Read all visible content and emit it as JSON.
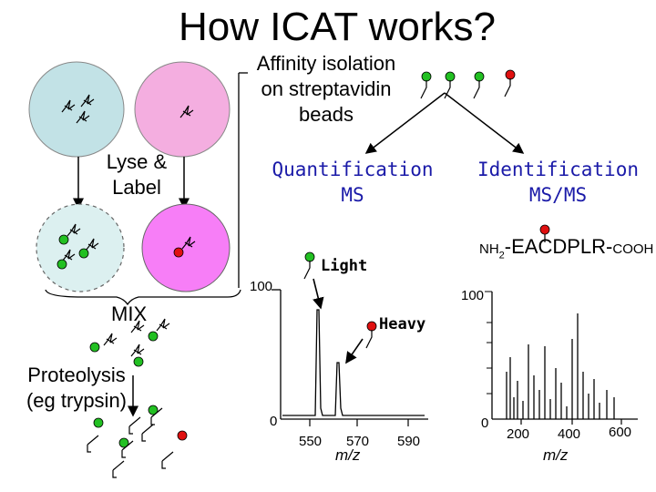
{
  "title": "How ICAT works?",
  "affinity_text": [
    "Affinity isolation",
    "on streptavidin",
    "beads"
  ],
  "lyse_text": [
    "Lyse &",
    "Label"
  ],
  "quant_text": [
    "Quantification",
    "MS"
  ],
  "ident_text": [
    "Identification",
    "MS/MS"
  ],
  "mix_text": "MIX",
  "proteolysis_text": [
    "Proteolysis",
    "(eg trypsin)"
  ],
  "light_label": "Light",
  "heavy_label": "Heavy",
  "peptide": {
    "nh": "NH",
    "nh_sub": "2",
    "seq": "-EACDPLR-",
    "cooh": "COOH"
  },
  "colors": {
    "cell_blue": "#c2e2e6",
    "cell_pink": "#f4aee0",
    "lysed_blue": "#dcf0f0",
    "lysed_pink": "#f77ef7",
    "green_label": "#22c022",
    "red_label": "#e01010",
    "heading_blue": "#1a1aa8"
  },
  "ms_chart": {
    "y_top_label": "100",
    "y_bottom_label": "0",
    "x_ticks": [
      "550",
      "570",
      "590"
    ],
    "x_label": "m/z"
  },
  "msms_chart": {
    "y_top_label": "100",
    "y_bottom_label": "0",
    "x_ticks": [
      "200",
      "400",
      "600"
    ],
    "x_label": "m/z"
  }
}
